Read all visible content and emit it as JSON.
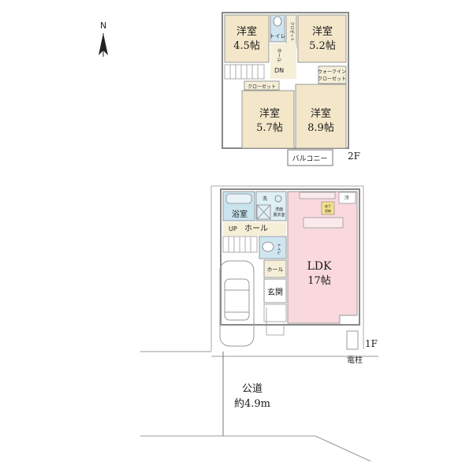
{
  "compass": {
    "north_label": "N"
  },
  "floor2": {
    "floor_label": "2F",
    "rooms": {
      "room_a": {
        "name": "洋室",
        "size": "4.5帖"
      },
      "room_b": {
        "name": "洋室",
        "size": "5.2帖"
      },
      "room_c": {
        "name": "洋室",
        "size": "5.7帖"
      },
      "room_d": {
        "name": "洋室",
        "size": "8.9帖"
      }
    },
    "toilet": "トイレ",
    "closet_small": "クロゼット",
    "hall": "ホール",
    "stairs_dn": "DN",
    "closet": "クローゼット",
    "walk_in_line1": "ウォークイン",
    "walk_in_line2": "クローゼット",
    "balcony": "バルコニー"
  },
  "floor1": {
    "floor_label": "1F",
    "bath": "浴室",
    "washroom_line1": "洗面",
    "washroom_line2": "脱衣室",
    "wash_machine": "洗",
    "hall": "ホール",
    "stairs_up": "UP",
    "toilet": "トイレ",
    "hall_small": "ホール",
    "entrance": "玄関",
    "ldk_name": "LDK",
    "ldk_size": "17帖",
    "fridge": "冷",
    "pantry_line1": "床下",
    "pantry_line2": "収納"
  },
  "site": {
    "utility_pole": "電柱",
    "road_name": "公道",
    "road_width": "約4.9m"
  },
  "colors": {
    "room_fill": "#f3e6c9",
    "ldk_fill": "#f9d9de",
    "bath_fill": "#c9e4ef",
    "wall": "#777777"
  }
}
